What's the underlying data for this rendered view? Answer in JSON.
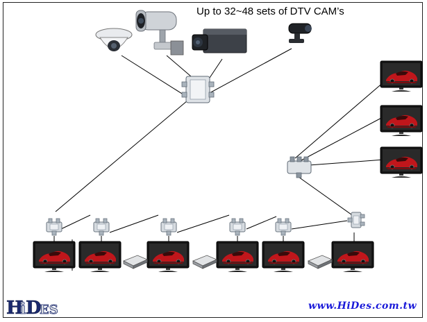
{
  "headline": "Up to 32~48 sets of DTV CAM’s",
  "brand": {
    "logo_text": "HiDes",
    "website": "www.HiDes.com.tw"
  },
  "devices": {
    "cameras": [
      "dome-camera",
      "bullet-camera",
      "box-camera",
      "action-camera"
    ],
    "splitters": [
      "splitter-top",
      "splitter-right",
      "splitter-1",
      "splitter-2",
      "splitter-3",
      "splitter-4",
      "splitter-5",
      "splitter-6"
    ],
    "tvs": [
      "tv-right-1",
      "tv-right-2",
      "tv-right-3",
      "tv-bottom-1",
      "tv-bottom-2",
      "tv-bottom-3",
      "tv-bottom-4",
      "tv-bottom-5",
      "tv-bottom-6"
    ],
    "receivers": [
      "receiver-1",
      "receiver-2",
      "receiver-3"
    ]
  },
  "colors": {
    "line": "#000000",
    "screen": "#111111",
    "car": "#c0161b",
    "website": "#1a1ad9",
    "logo": "#1b2a6e"
  }
}
